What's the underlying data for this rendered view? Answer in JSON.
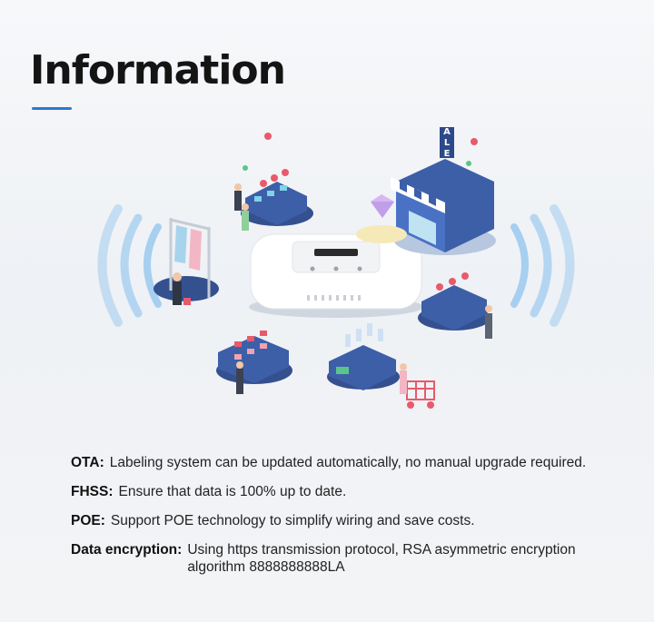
{
  "header": {
    "title": "Information"
  },
  "illustration": {
    "sign_text": "SALE",
    "colors": {
      "accent_blue": "#2b78d6",
      "store_blue": "#3d5fa8",
      "shelf_blue": "#35508f",
      "wave_blue": "#8ec3ee"
    }
  },
  "features": [
    {
      "label": "OTA:",
      "text": "Labeling system can be updated automatically, no manual upgrade required."
    },
    {
      "label": "FHSS:",
      "text": "Ensure that data is 100% up to date."
    },
    {
      "label": "POE:",
      "text": "Support POE technology to simplify wiring and save costs."
    },
    {
      "label": "Data encryption:",
      "text": "Using https transmission protocol, RSA asymmetric encryption algorithm 8888888888LA"
    }
  ]
}
